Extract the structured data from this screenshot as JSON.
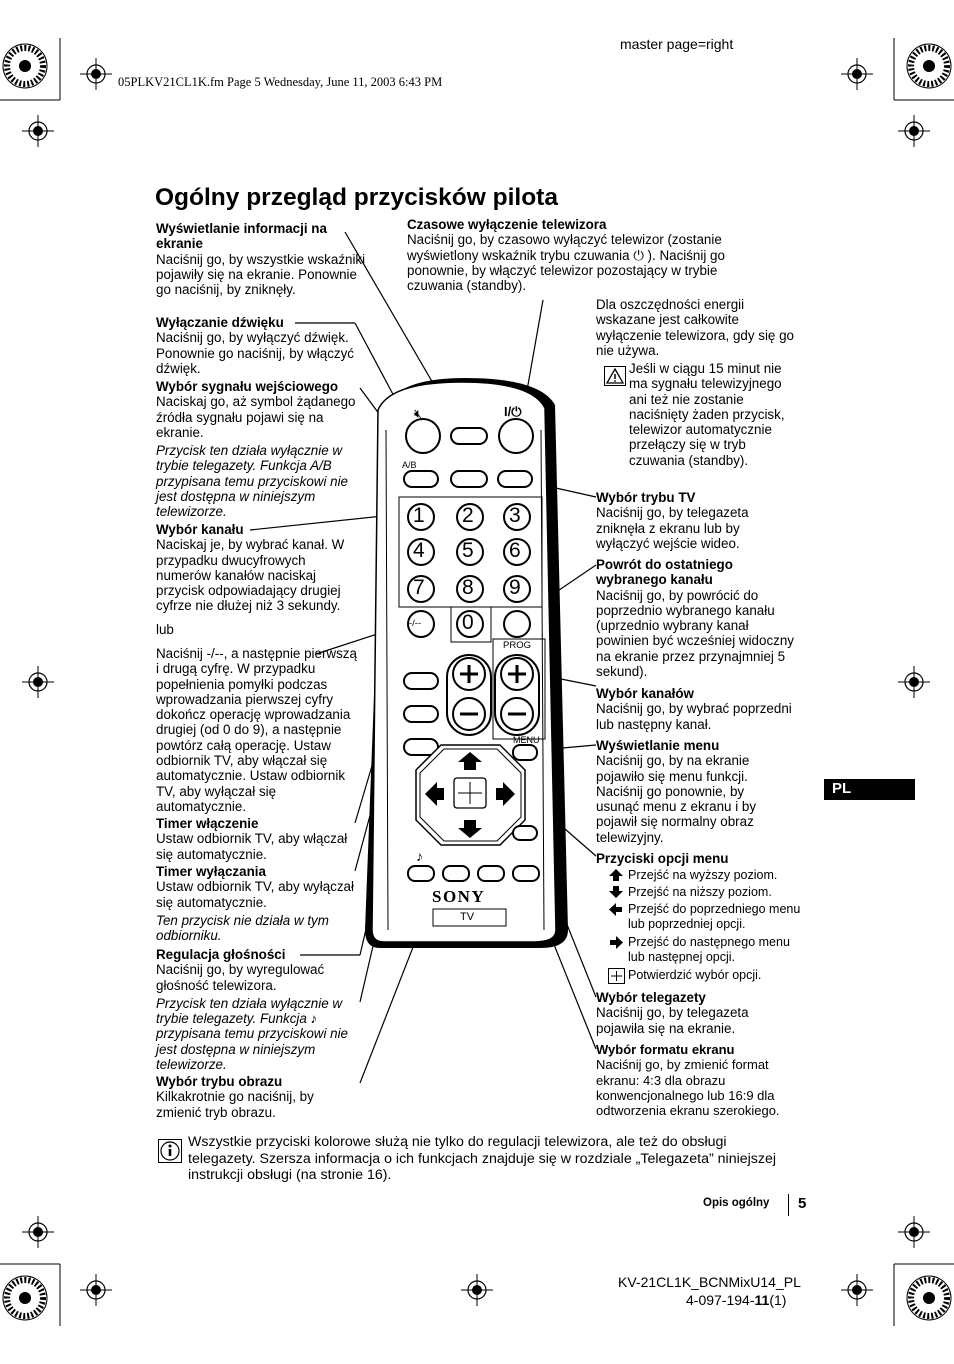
{
  "header": {
    "master_page": "master page=right",
    "file_info": "05PLKV21CL1K.fm  Page 5  Wednesday, June 11, 2003  6:43 PM"
  },
  "title": "Ogólny przegląd przycisków pilota",
  "left": {
    "info_title": "Wyświetlanie informacji na ekranie",
    "info_body": "Naciśnij go, by wszystkie wskaźniki pojawiły się na ekranie. Ponownie go naciśnij, by zniknęły.",
    "mute_title": "Wyłączanie dźwięku",
    "mute_body": "Naciśnij go, by wyłączyć dźwięk. Ponownie go naciśnij, by włączyć dźwięk.",
    "input_title": "Wybór sygnału wejściowego",
    "input_body": "Naciskaj go, aż symbol żądanego źródła sygnału pojawi się na ekranie.",
    "input_note": "Przycisk ten działa wyłącznie w trybie telegazety. Funkcja A/B przypisana temu przyciskowi nie jest dostępna w niniejszym telewizorze.",
    "channel_title": "Wybór kanału",
    "channel_body": "Naciskaj je, by wybrać kanał. W przypadku dwucyfrowych numerów kanałów naciskaj przycisk odpowiadający drugiej cyfrze nie dłużej niż 3 sekundy.",
    "or": "lub",
    "digit_body": "Naciśnij -/--, a następnie pierwszą i drugą cyfrę. W przypadku popełnienia pomyłki podczas wprowadzania pierwszej cyfry dokończ operację wprowadzania drugiej (od 0 do 9), a następnie powtórz całą operację. Ustaw odbiornik TV, aby włączał się automatycznie. Ustaw odbiornik TV, aby wyłączał się automatycznie.",
    "timer_on_title": "Timer włączenie",
    "timer_on_body": "Ustaw odbiornik TV, aby włączał się automatycznie.",
    "timer_off_title": "Timer wyłączania",
    "timer_off_body": "Ustaw odbiornik TV, aby wyłączał się automatycznie.",
    "timer_off_note": "Ten przycisk nie działa w tym odbiorniku.",
    "volume_title": "Regulacja głośności",
    "volume_body": "Naciśnij go, by wyregulować głośność telewizora.",
    "volume_note": "Przycisk ten działa wyłącznie w trybie telegazety. Funkcja ♪ przypisana temu przyciskowi nie jest dostępna w niniejszym telewizorze.",
    "picture_title": "Wybór trybu obrazu",
    "picture_body": "Kilkakrotnie go naciśnij, by zmienić tryb obrazu."
  },
  "top": {
    "sleep_title": "Czasowe wyłączenie telewizora",
    "sleep_body": "Naciśnij go, by czasowo wyłączyć telewizor (zostanie wyświetlony wskaźnik trybu czuwania ⏻ ). Naciśnij go ponownie, by włączyć telewizor pozostający w trybie czuwania (standby)."
  },
  "right": {
    "energy_note": "Dla oszczędności energii wskazane jest całkowite wyłączenie telewizora, gdy się go nie używa.",
    "warning_note": "Jeśli w ciągu 15 minut nie ma sygnału telewizyjnego ani też nie zostanie naciśnięty żaden przycisk, telewizor automatycznie przełączy się w tryb czuwania (standby).",
    "tv_mode_title": "Wybór trybu TV",
    "tv_mode_body": "Naciśnij go, by telegazeta zniknęła z ekranu lub by wyłączyć wejście wideo.",
    "last_title": "Powrót do ostatniego wybranego kanału",
    "last_body": "Naciśnij go, by powrócić do poprzednio wybranego kanału (uprzednio wybrany kanał powinien być wcześniej widoczny na ekranie przez przynajmniej 5 sekund).",
    "prog_title": "Wybór kanałów",
    "prog_body": "Naciśnij go, by wybrać poprzedni lub następny kanał.",
    "menu_title": "Wyświetlanie menu",
    "menu_body": "Naciśnij go, by na ekranie pojawiło się menu funkcji. Naciśnij go ponownie, by usunąć menu z ekranu i by pojawił się normalny obraz telewizyjny.",
    "options_title": "Przyciski opcji menu",
    "options": [
      {
        "icon": "up-arrow-icon",
        "text": "Przejść na wyższy poziom."
      },
      {
        "icon": "down-arrow-icon",
        "text": "Przejść na niższy poziom."
      },
      {
        "icon": "left-arrow-icon",
        "text": "Przejść do poprzedniego menu lub poprzedniej opcji."
      },
      {
        "icon": "right-arrow-icon",
        "text": "Przejść do następnego menu lub następnej opcji."
      },
      {
        "icon": "ok-icon",
        "text": "Potwierdzić wybór opcji."
      }
    ],
    "teletext_title": "Wybór telegazety",
    "teletext_body": "Naciśnij go, by telegazeta pojawiła się na ekranie.",
    "format_title": "Wybór formatu ekranu",
    "format_body": "Naciśnij go, by zmienić format ekranu: 4:3 dla obrazu konwencjonalnego lub 16:9 dla odtworzenia ekranu szerokiego."
  },
  "remote": {
    "ab": "A/B",
    "prog": "PROG",
    "menu": "MENU",
    "brand": "SONY",
    "tv": "TV",
    "digits": [
      "1",
      "2",
      "3",
      "4",
      "5",
      "6",
      "7",
      "8",
      "9"
    ],
    "zero": "0",
    "dash": "-/--"
  },
  "info_note": "Wszystkie przyciski kolorowe służą nie tylko do regulacji telewizora, ale też do obsługi telegazety. Szersza informacja o ich funkcjach znajduje się w rozdziale „Telegazeta” niniejszej instrukcji obsługi (na stronie 16).",
  "lang_tab": "PL",
  "footer": {
    "section": "Opis ogólny",
    "page": "5",
    "model": "KV-21CL1K_BCNMixU14_PL",
    "code_prefix": "4-097-194-",
    "code_bold": "11",
    "code_suffix": "(1)"
  }
}
